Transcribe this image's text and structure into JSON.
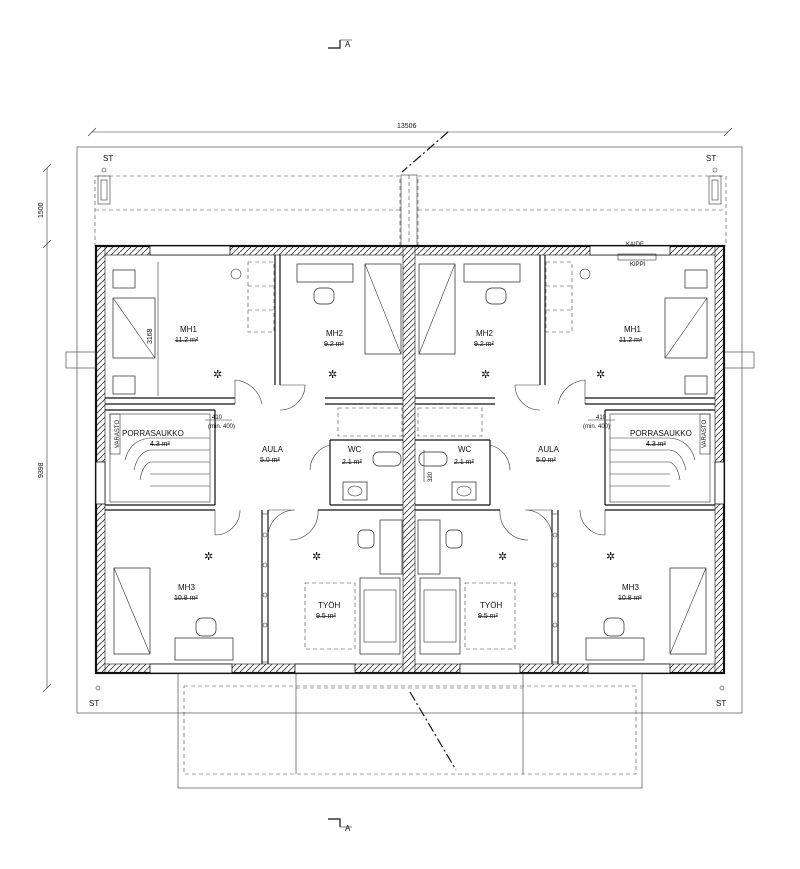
{
  "section_marks": {
    "top": "A",
    "bottom": "A"
  },
  "dimensions": {
    "overall_width": "13506",
    "left_upper": "1500",
    "left_main": "9398",
    "room_depth": "3168",
    "opening_width_left": "410",
    "opening_width_right": "410",
    "opening_min_left": "(min. 400)",
    "opening_min_right": "(min. 400)",
    "wc_width": "320"
  },
  "corner_labels": [
    "ST",
    "ST",
    "ST",
    "ST"
  ],
  "annotations": {
    "railing": "KAIDE",
    "chute": "KIPPI",
    "vertical_left": "VARASTO",
    "vertical_right": "VARASTO"
  },
  "rooms": [
    {
      "name": "MH1",
      "area": "11.2 m²"
    },
    {
      "name": "MH2",
      "area": "9.2 m²"
    },
    {
      "name": "MH2",
      "area": "9.2 m²"
    },
    {
      "name": "MH1",
      "area": "11.2 m²"
    },
    {
      "name": "PORRASAUKKO",
      "area": "4.3 m²"
    },
    {
      "name": "PORRASAUKKO",
      "area": "4.3 m²"
    },
    {
      "name": "AULA",
      "area": "5.0 m²"
    },
    {
      "name": "AULA",
      "area": "5.0 m²"
    },
    {
      "name": "WC",
      "area": "2.1 m²"
    },
    {
      "name": "WC",
      "area": "2.1 m²"
    },
    {
      "name": "MH3",
      "area": "10.8 m²"
    },
    {
      "name": "TYÖH",
      "area": "9.5 m²"
    },
    {
      "name": "TYÖH",
      "area": "9.5 m²"
    },
    {
      "name": "MH3",
      "area": "10.8 m²"
    }
  ]
}
